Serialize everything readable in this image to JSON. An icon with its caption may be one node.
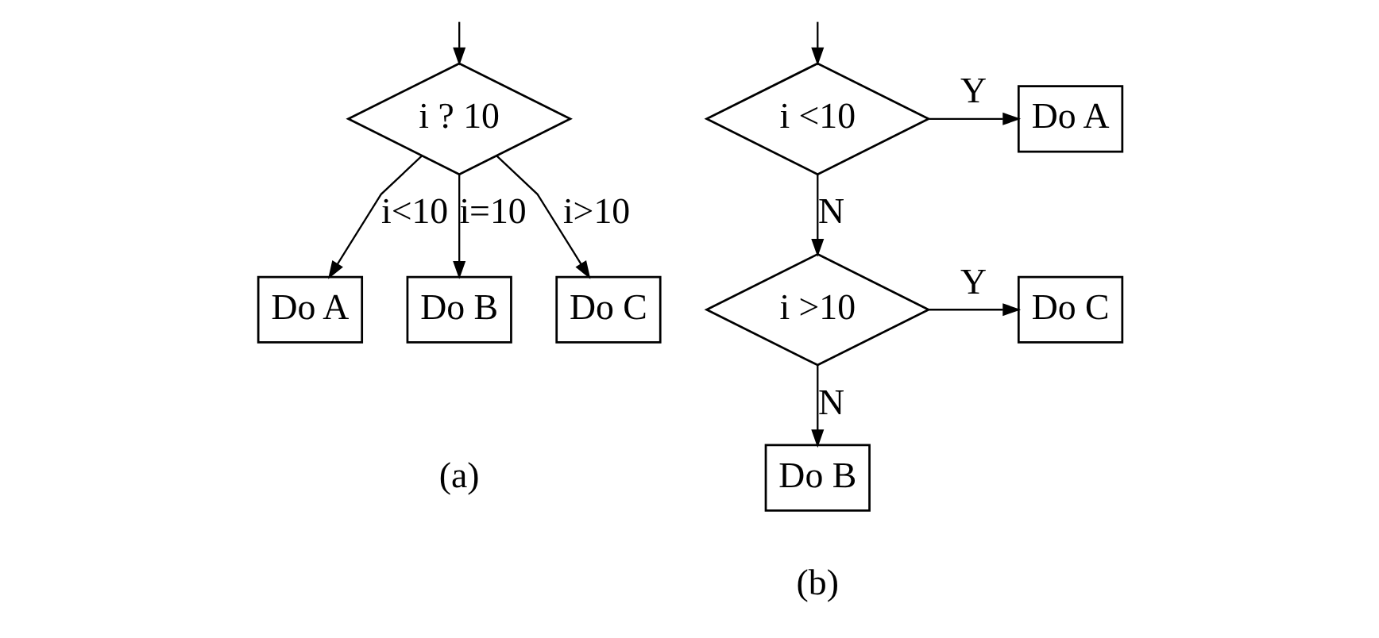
{
  "diagram": {
    "nodes": [
      {
        "text": [
          "i ? 10"
        ]
      },
      {
        "text": [
          "Do A"
        ]
      },
      {
        "text": [
          "Do B"
        ]
      },
      {
        "text": [
          "Do C"
        ]
      },
      {
        "text": [
          "i <10"
        ]
      },
      {
        "text": [
          "Do A"
        ]
      },
      {
        "text": [
          "i >10"
        ]
      },
      {
        "text": [
          "Do C"
        ]
      },
      {
        "text": [
          "Do B"
        ]
      }
    ],
    "edges": [
      {
        "from": null,
        "to": 0,
        "arrow": "to"
      },
      {
        "from": 0,
        "to": 1,
        "arrow": "to",
        "label": "i<10"
      },
      {
        "from": 0,
        "to": 2,
        "arrow": "to",
        "label": "i=10"
      },
      {
        "from": 0,
        "to": 3,
        "arrow": "to",
        "label": "i>10"
      },
      {
        "from": null,
        "to": 4,
        "arrow": "to"
      },
      {
        "from": 4,
        "to": 5,
        "arrow": "to",
        "label": "Y"
      },
      {
        "from": 4,
        "to": 6,
        "arrow": "to",
        "label": "N"
      },
      {
        "from": 6,
        "to": 7,
        "arrow": "to",
        "label": "Y"
      },
      {
        "from": 6,
        "to": 8,
        "arrow": "to",
        "label": "N"
      }
    ],
    "labels": [
      "(a)",
      "(b)"
    ]
  }
}
